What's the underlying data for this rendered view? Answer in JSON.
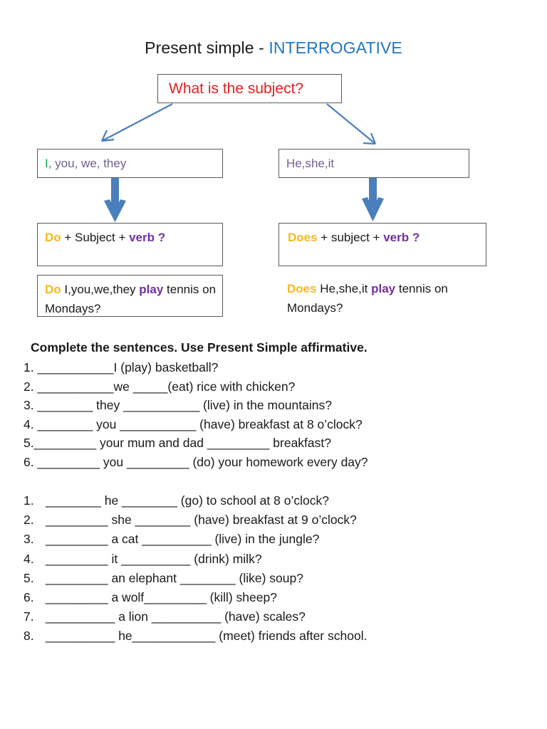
{
  "page": {
    "title_black": "Present simple - ",
    "title_blue": "INTERROGATIVE"
  },
  "colors": {
    "accent_blue": "#2277c0",
    "question_red": "#e02020",
    "auxiliary_gold": "#f5b91c",
    "verb_purple": "#7030a0",
    "subject_purple": "#6f6090",
    "pronoun_green": "#00a650",
    "arrow_blue": "#4a7fbc",
    "box_border": "#5a5a5a"
  },
  "diagram": {
    "question_box": "What is the subject?",
    "left": {
      "subject_pronoun_first": "I",
      "subject_rest": ", you, we, they",
      "formula": {
        "aux": "Do",
        "mid": " + Subject + ",
        "verb": "verb ?"
      },
      "example": {
        "aux": "Do",
        "subjects": " I,you,we,they  ",
        "verb": "play",
        "tail": " tennis on Mondays?"
      }
    },
    "right": {
      "subject": "He,she,it",
      "formula": {
        "aux": "Does",
        "mid": " + subject + ",
        "verb": "verb ?"
      },
      "example": {
        "aux": "Does",
        "subjects": " He,she,it ",
        "verb": "play",
        "tail": " tennis on Mondays?"
      }
    }
  },
  "exercises": {
    "heading": "Complete the sentences. Use Present Simple affirmative.",
    "list_a": [
      "1. ___________I (play) basketball?",
      "2. ___________we   _____(eat) rice with chicken?",
      "3. ________ they ___________ (live) in the mountains?",
      "4. ________ you  ___________ (have) breakfast at 8 o’clock?",
      "5._________ your mum and dad _________ breakfast?",
      "6. _________ you _________ (do) your homework every day?"
    ],
    "list_b": [
      {
        "num": "1.",
        "text": "________ he ________ (go) to school at 8 o’clock?"
      },
      {
        "num": "2.",
        "text": "_________ she ________ (have) breakfast at 9 o’clock?"
      },
      {
        "num": "3.",
        "text": "_________ a cat __________ (live) in the jungle?"
      },
      {
        "num": "4.",
        "text": " it __________ (drink) milk?"
      },
      {
        "num": "5.",
        "text": "_________ an elephant ________ (like) soup?"
      },
      {
        "num": "6.",
        "text": "_________  a wolf_________ (kill) sheep?"
      },
      {
        "num": "7.",
        "text": "__________ a lion __________ (have) scales?"
      },
      {
        "num": "8.",
        "text": "__________ he____________ (meet) friends after school."
      }
    ],
    "list_b_row4_prefix": "_________"
  }
}
